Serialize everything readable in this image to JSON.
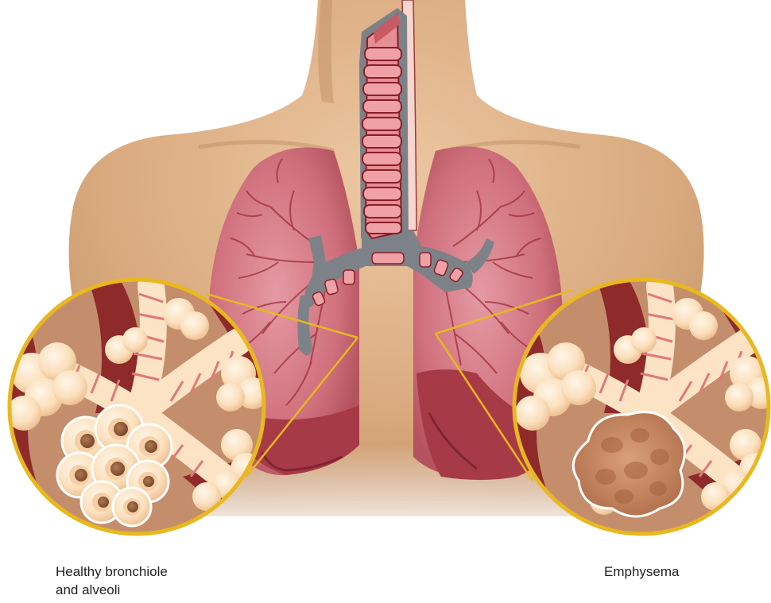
{
  "captions": {
    "healthy_line1": "Healthy bronchiole",
    "healthy_line2": "and alveoli",
    "emphysema": "Emphysema"
  },
  "insets": [
    {
      "id": "healthy",
      "condition": "healthy"
    },
    {
      "id": "emphysema",
      "condition": "emphysema"
    }
  ],
  "colors": {
    "skin": "#e2b78e",
    "skin_shadow": "#c99a72",
    "lung": "#cf6f7c",
    "lung_dark": "#a8434f",
    "vessel": "#9c2f3a",
    "trachea_ring": "#e58e93",
    "trachea_outline": "#8a1e28",
    "cartilage_gray": "#7d8288",
    "inset_ring": "#e8b81e",
    "inset_bg_dark": "#8e2a2a",
    "inset_bg_tan": "#c48e6c",
    "alveoli": "#fbe3c4",
    "alveoli_shade": "#f1c99b",
    "capillary": "#e07878"
  }
}
